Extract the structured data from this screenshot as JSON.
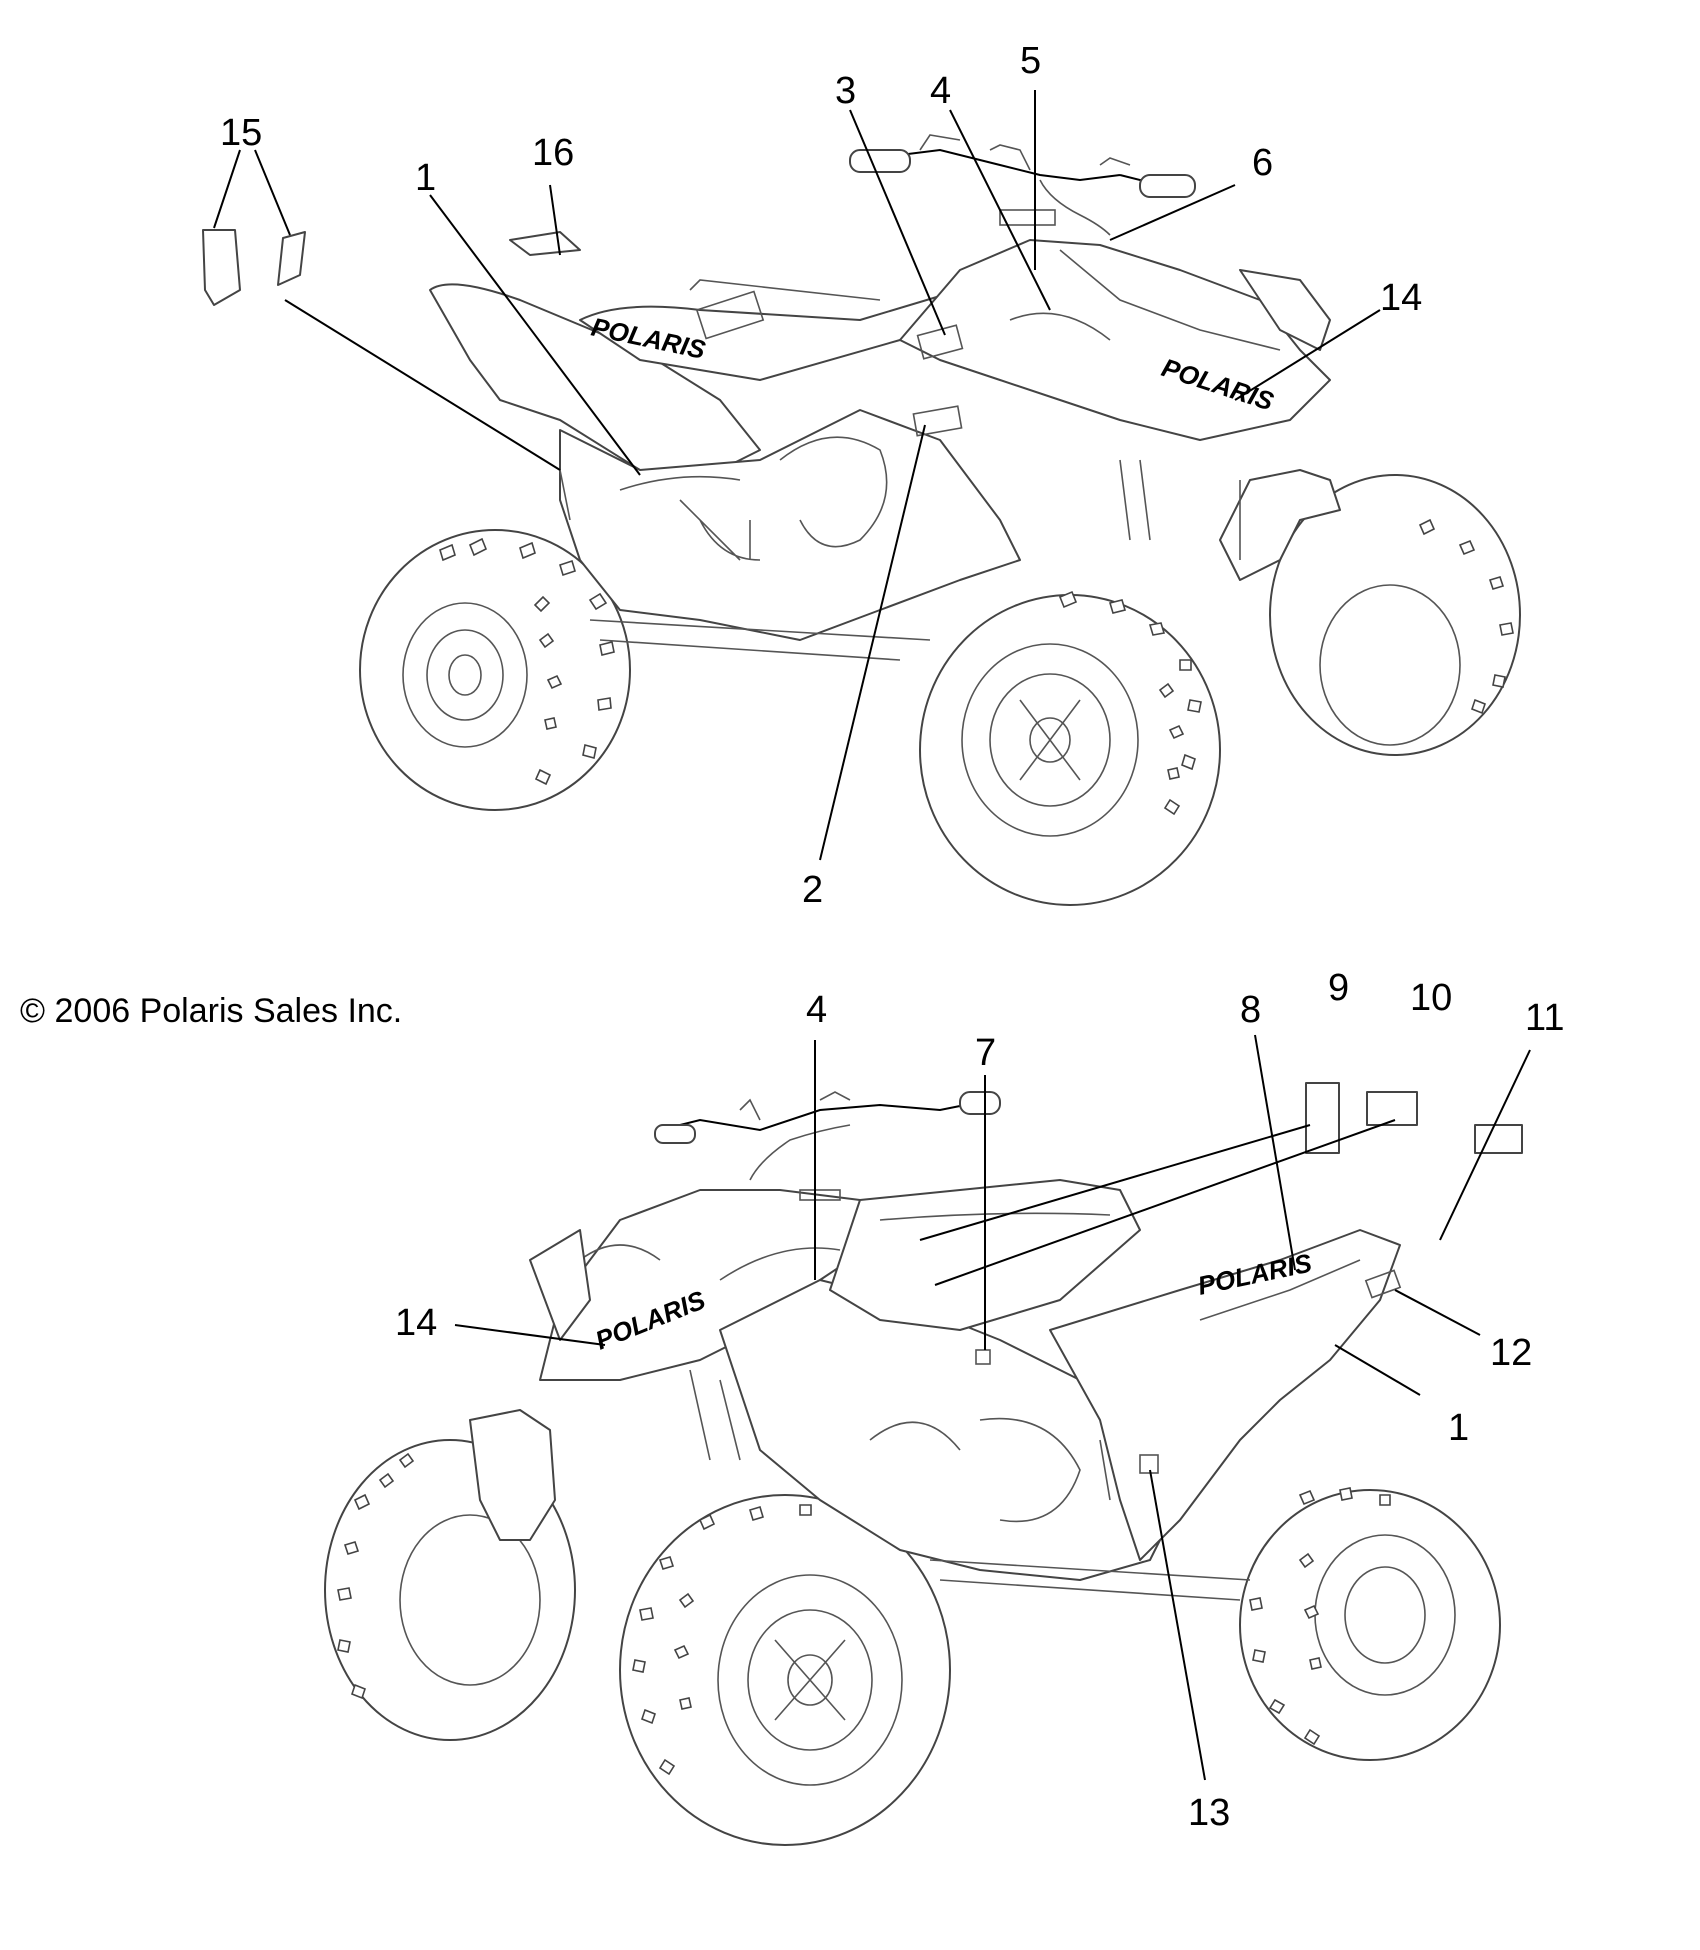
{
  "copyright": "© 2006 Polaris Sales Inc.",
  "brand_text": "POLARIS",
  "top_view": {
    "callouts": [
      "1",
      "2",
      "3",
      "4",
      "5",
      "6",
      "14",
      "15",
      "16"
    ]
  },
  "bottom_view": {
    "callouts": [
      "1",
      "4",
      "7",
      "8",
      "9",
      "10",
      "11",
      "12",
      "13",
      "14"
    ]
  }
}
